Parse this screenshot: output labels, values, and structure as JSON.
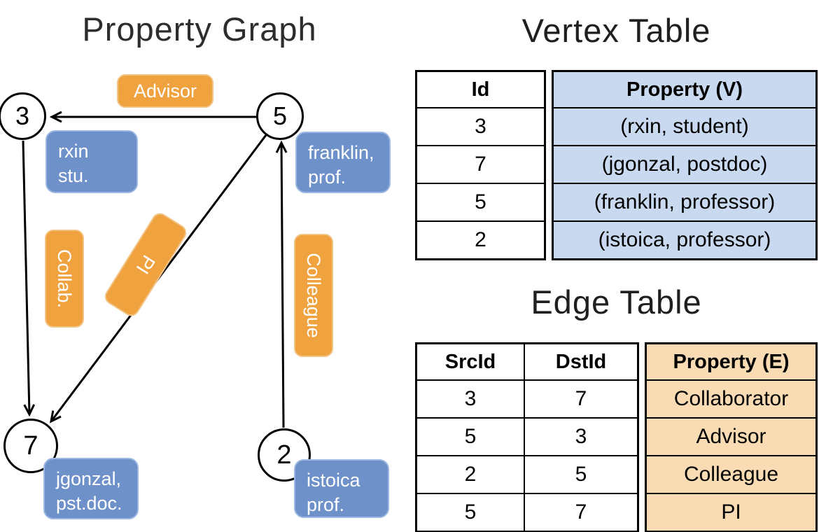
{
  "graph": {
    "title": "Property Graph",
    "nodes": [
      {
        "id": "3",
        "label_lines": [
          "rxin",
          "stu."
        ]
      },
      {
        "id": "5",
        "label_lines": [
          "franklin,",
          "prof."
        ]
      },
      {
        "id": "7",
        "label_lines": [
          "jgonzal,",
          "pst.doc."
        ]
      },
      {
        "id": "2",
        "label_lines": [
          "istoica",
          "prof."
        ]
      }
    ],
    "edges": [
      {
        "label": "Advisor",
        "from": "5",
        "to": "3"
      },
      {
        "label": "Collab.",
        "from": "3",
        "to": "7"
      },
      {
        "label": "PI",
        "from": "5",
        "to": "7"
      },
      {
        "label": "Colleague",
        "from": "2",
        "to": "5"
      }
    ]
  },
  "vertex_table": {
    "title": "Vertex Table",
    "headers": [
      "Id",
      "Property (V)"
    ],
    "rows": [
      [
        "3",
        "(rxin, student)"
      ],
      [
        "7",
        "(jgonzal, postdoc)"
      ],
      [
        "5",
        "(franklin, professor)"
      ],
      [
        "2",
        "(istoica, professor)"
      ]
    ]
  },
  "edge_table": {
    "title": "Edge Table",
    "headers": [
      "SrcId",
      "DstId",
      "Property (E)"
    ],
    "rows": [
      [
        "3",
        "7",
        "Collaborator"
      ],
      [
        "5",
        "3",
        "Advisor"
      ],
      [
        "2",
        "5",
        "Colleague"
      ],
      [
        "5",
        "7",
        "PI"
      ]
    ]
  },
  "colors": {
    "vertex_accent": "#6f91ca",
    "edge_accent": "#f0a23f",
    "vertex_table_fill": "#c9daf0",
    "edge_table_fill": "#fadcb4"
  }
}
